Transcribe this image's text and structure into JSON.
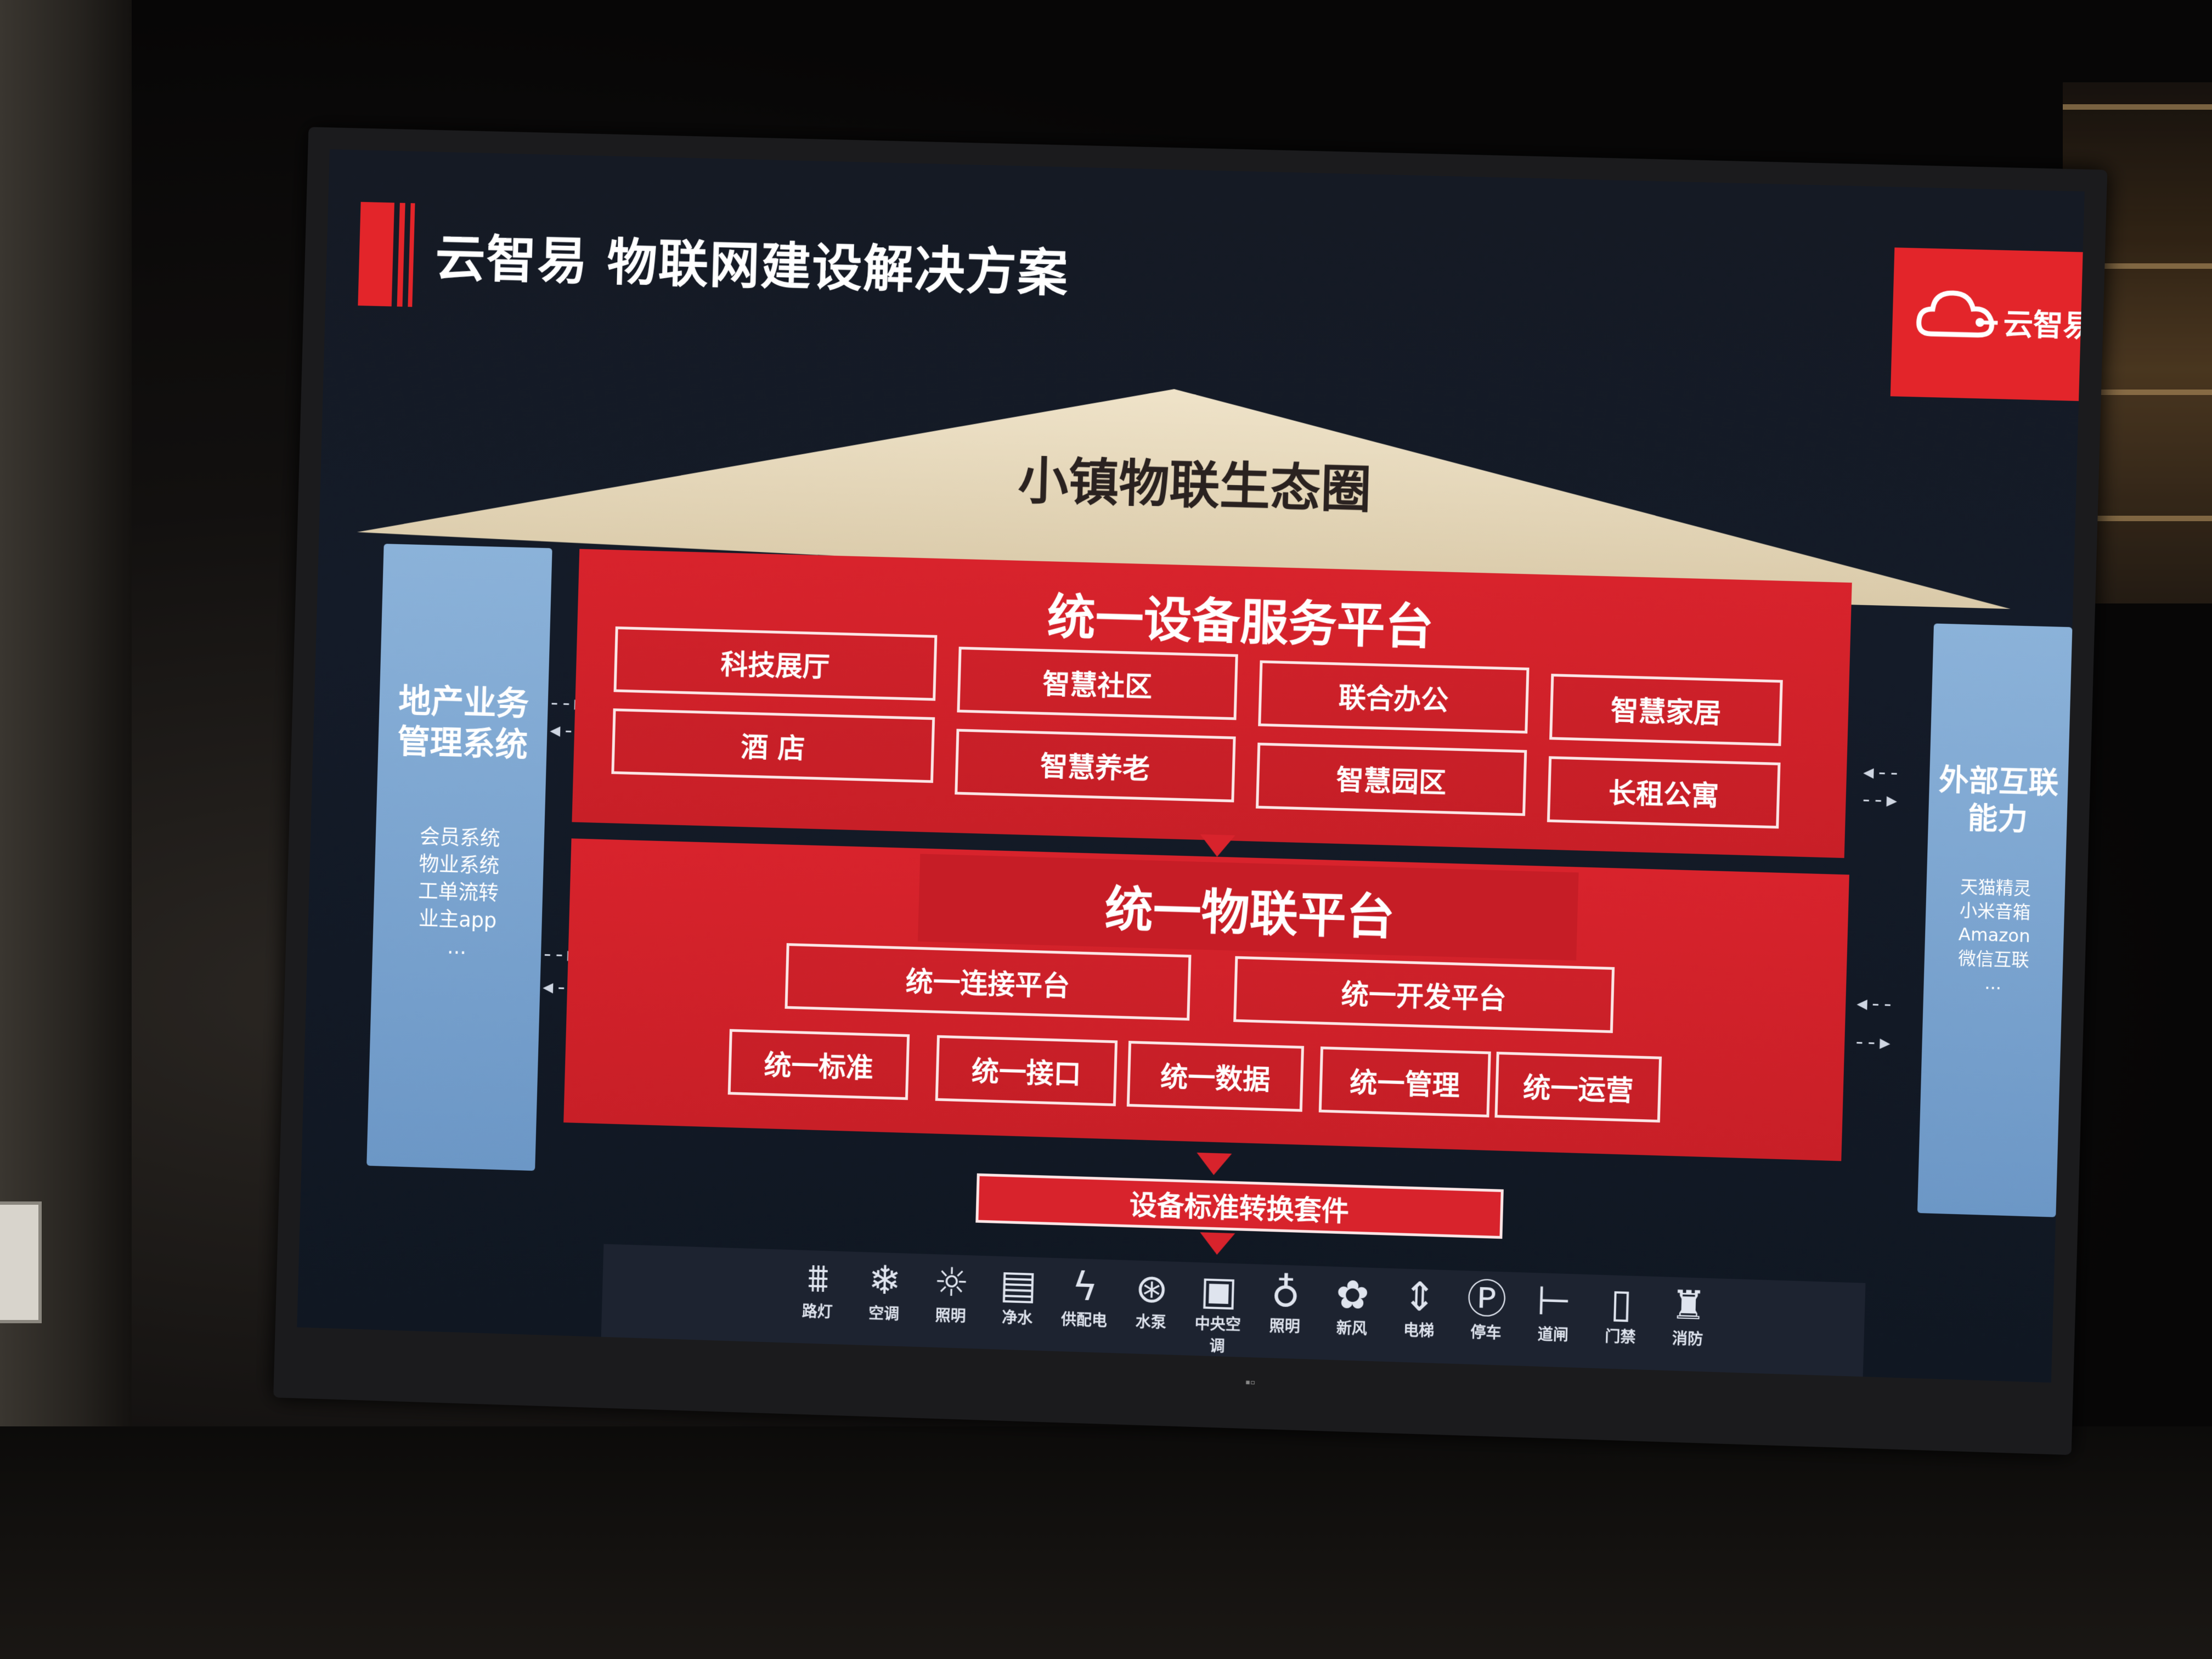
{
  "slide": {
    "title": "云智易  物联网建设解决方案",
    "logo_text": "云智易",
    "roof_label": "小镇物联生态圈"
  },
  "left_panel": {
    "title_line1": "地产业务",
    "title_line2": "管理系统",
    "items": [
      "会员系统",
      "物业系统",
      "工单流转",
      "业主app",
      "..."
    ]
  },
  "right_panel": {
    "title_line1": "外部互联",
    "title_line2": "能力",
    "items": [
      "天猫精灵",
      "小米音箱",
      "Amazon",
      "微信互联",
      "..."
    ]
  },
  "device_platform": {
    "title": "统一设备服务平台",
    "cells": [
      "科技展厅",
      "智慧社区",
      "联合办公",
      "智慧家居",
      "酒  店",
      "智慧养老",
      "智慧园区",
      "长租公寓"
    ]
  },
  "iot_platform": {
    "title": "统一物联平台",
    "sub_platforms": [
      "统一连接平台",
      "统一开发平台"
    ],
    "modules": [
      "统一标准",
      "统一接口",
      "统一数据",
      "统一管理",
      "统一运营"
    ]
  },
  "conversion_kit": "设备标准转换套件",
  "devices": [
    {
      "icon": "street-lamp-icon",
      "glyph": "⩩",
      "label": "路灯"
    },
    {
      "icon": "air-conditioner-icon",
      "glyph": "❄",
      "label": "空调"
    },
    {
      "icon": "light-bulb-icon",
      "glyph": "☼",
      "label": "照明"
    },
    {
      "icon": "water-purifier-icon",
      "glyph": "▤",
      "label": "净水"
    },
    {
      "icon": "lightning-icon",
      "glyph": "ϟ",
      "label": "供配电"
    },
    {
      "icon": "water-pump-icon",
      "glyph": "⊛",
      "label": "水泵"
    },
    {
      "icon": "central-ac-icon",
      "glyph": "▣",
      "label": "中央空调"
    },
    {
      "icon": "bulb-icon",
      "glyph": "♁",
      "label": "照明"
    },
    {
      "icon": "fan-icon",
      "glyph": "✿",
      "label": "新风"
    },
    {
      "icon": "elevator-icon",
      "glyph": "⇕",
      "label": "电梯"
    },
    {
      "icon": "parking-icon",
      "glyph": "Ⓟ",
      "label": "停车"
    },
    {
      "icon": "barrier-gate-icon",
      "glyph": "⊢",
      "label": "道闸"
    },
    {
      "icon": "door-lock-icon",
      "glyph": "▯",
      "label": "门禁"
    },
    {
      "icon": "fire-hydrant-icon",
      "glyph": "♜",
      "label": "消防"
    }
  ],
  "colors": {
    "brand_red": "#e3252a",
    "block_red": "#d8232c",
    "panel_blue": "#7aa5d0",
    "roof": "#e9dcc4",
    "screen_bg": "#141b28"
  }
}
